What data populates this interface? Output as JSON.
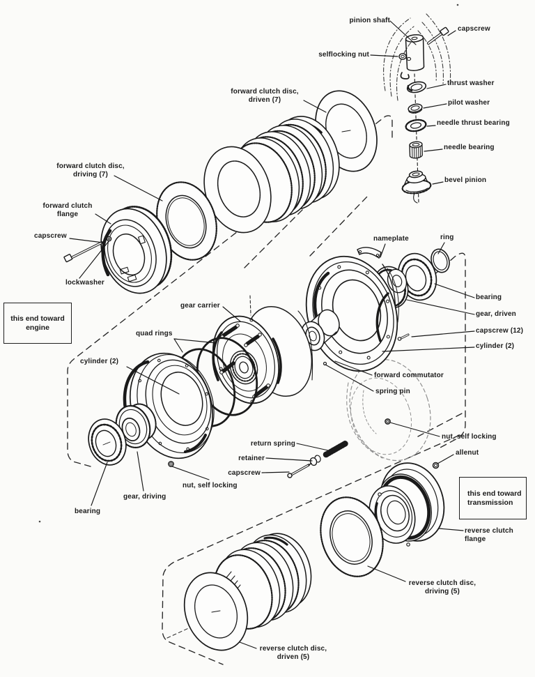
{
  "diagram": {
    "background": "#fbfbf9",
    "ink": "#1a1a1a",
    "labels": {
      "pinion_shaft": "pinion shaft",
      "capscrew_top": "capscrew",
      "selflocking_nut": "selflocking nut",
      "thrust_washer": "thrust washer",
      "pilot_washer": "pilot washer",
      "needle_thrust_bearing": "needle thrust bearing",
      "needle_bearing": "needle bearing",
      "bevel_pinion": "bevel pinion",
      "forward_clutch_disc_driven": "forward clutch disc,\ndriven (7)",
      "forward_clutch_disc_driving": "forward clutch disc,\ndriving (7)",
      "forward_clutch_flange": "forward clutch\nflange",
      "capscrew_left": "capscrew",
      "lockwasher": "lockwasher",
      "gear_carrier": "gear carrier",
      "quad_rings": "quad rings",
      "cylinder_2_left": "cylinder (2)",
      "nameplate": "nameplate",
      "ring": "ring",
      "bearing_right": "bearing",
      "gear_driven": "gear, driven",
      "capscrew_12": "capscrew (12)",
      "cylinder_2_right": "cylinder (2)",
      "forward_commutator": "forward commutator",
      "spring_pin": "spring pin",
      "return_spring": "return spring",
      "retainer": "retainer",
      "capscrew_mid": "capscrew",
      "nut_self_locking_left": "nut, self locking",
      "nut_self_locking_right": "nut, self locking",
      "allenut": "allenut",
      "reverse_clutch_flange": "reverse clutch\nflange",
      "reverse_clutch_disc_driving": "reverse clutch disc,\ndriving (5)",
      "reverse_clutch_disc_driven": "reverse clutch disc,\ndriven (5)",
      "bearing_left": "bearing",
      "gear_driving": "gear, driving"
    },
    "boxes": {
      "engine": "this end toward\nengine",
      "transmission": "this end toward\ntransmission"
    }
  }
}
